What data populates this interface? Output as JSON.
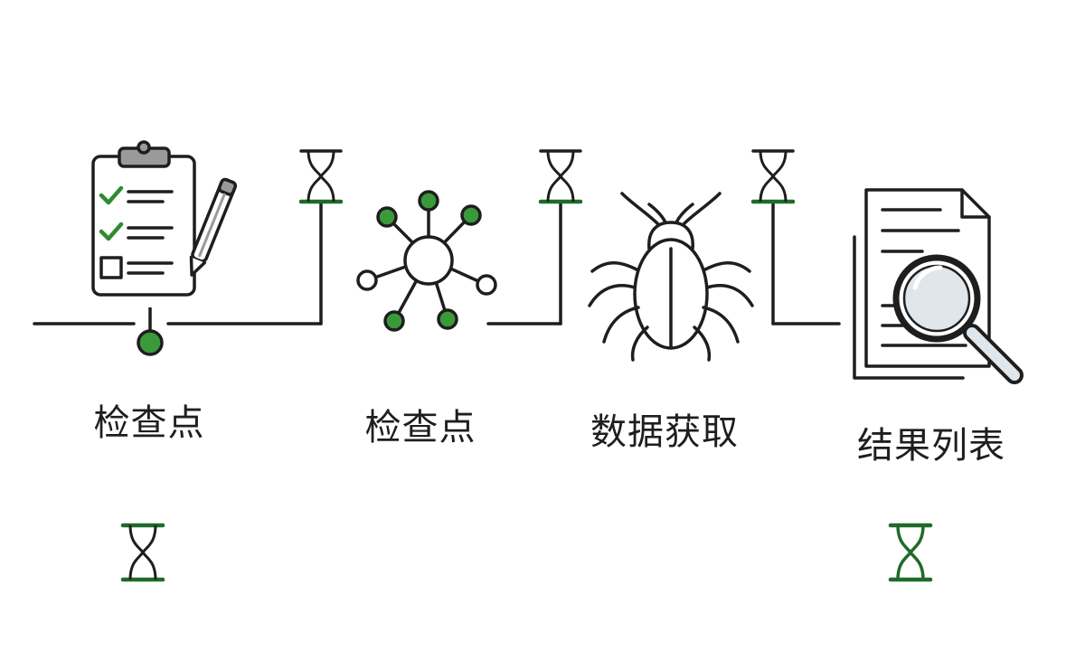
{
  "steps": [
    {
      "label": "检查点",
      "icon": "clipboard-checklist-icon",
      "marker": "done"
    },
    {
      "label": "检查点",
      "icon": "network-nodes-icon"
    },
    {
      "label": "数据获取",
      "icon": "spider-bug-icon"
    },
    {
      "label": "结果列表",
      "icon": "document-magnifier-icon"
    }
  ],
  "colors": {
    "line": "#1e1e1e",
    "accent": "#2e8b2e",
    "accent_dark": "#1f6b2a",
    "clip": "#9a9a9a",
    "lens": "#dfe6ec",
    "background": "#ffffff"
  }
}
